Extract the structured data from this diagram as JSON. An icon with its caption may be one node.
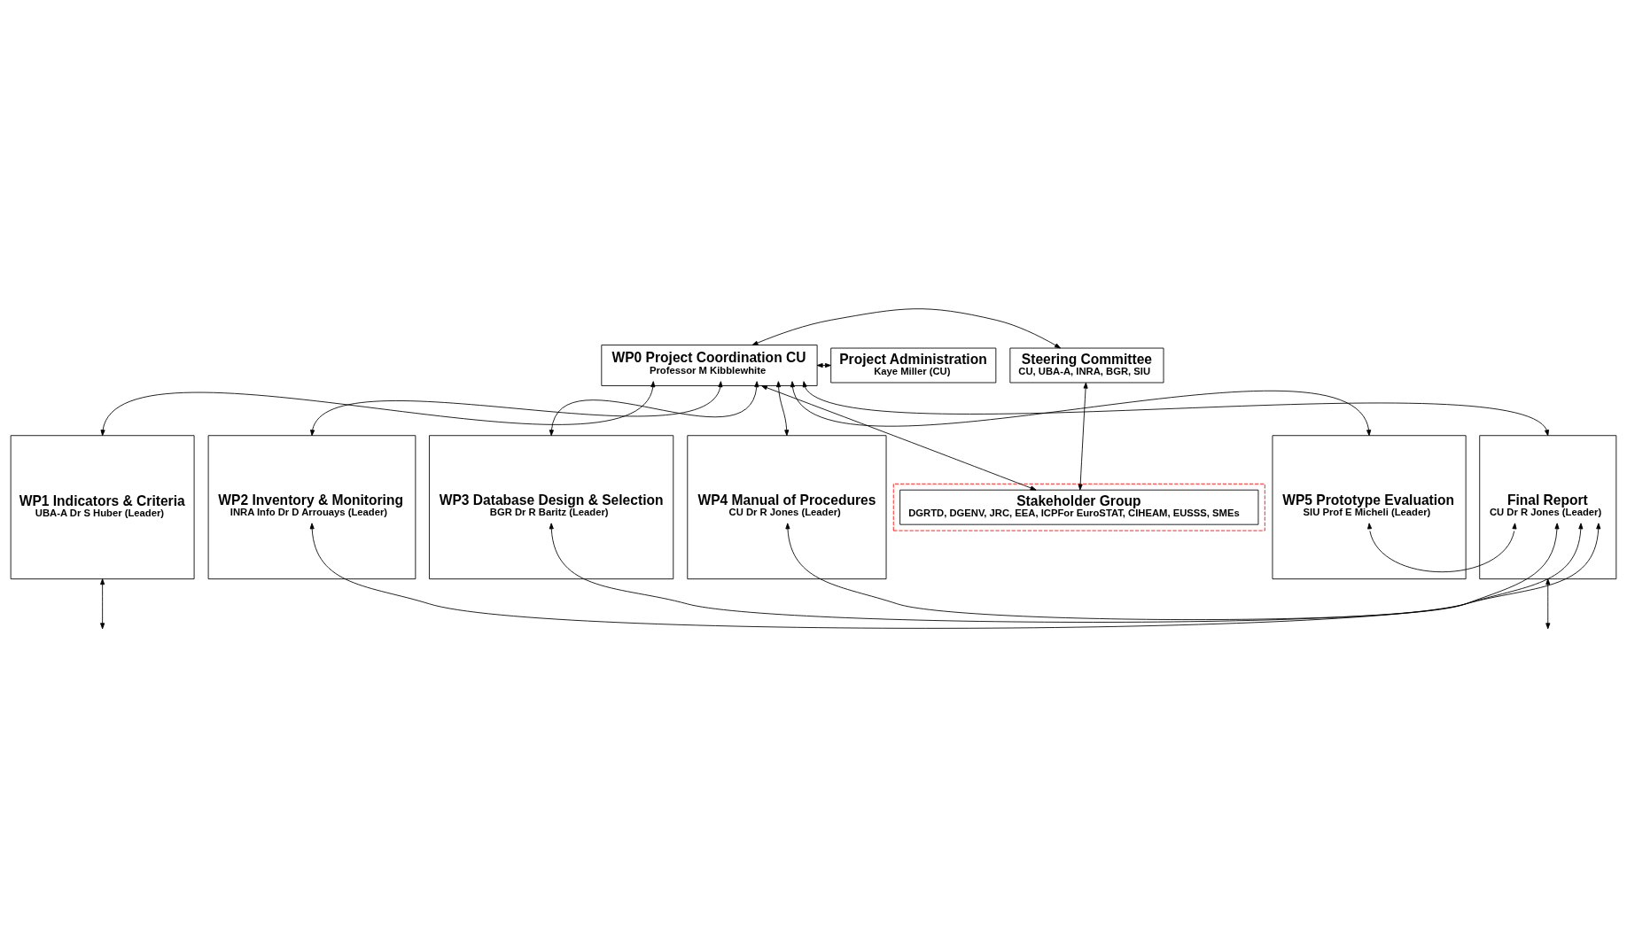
{
  "diagram": {
    "nodes": [
      {
        "text": [
          "WP0 Project Coordination CU",
          "Professor M Kibblewhite"
        ]
      },
      {
        "text": [
          "Project Administration",
          "Kaye Miller (CU)"
        ]
      },
      {
        "text": [],
        "shape": "box"
      },
      {
        "text": [
          "Stakeholder Group",
          "DGRTD, DGENV, JRC, EEA, ICPFor EuroSTAT, CIHEAM, EUSSS, SMEs"
        ],
        "in": 2
      },
      {
        "text": [
          "Steering Committee",
          "CU, UBA-A, INRA, BGR, SIU"
        ]
      },
      {
        "text": [
          "WP1 Indicators & Criteria",
          "UBA-A Dr S Huber (Leader)"
        ]
      },
      {
        "text": [
          "WP2 Inventory & Monitoring",
          "INRA Info Dr D Arrouays (Leader)"
        ]
      },
      {
        "text": [
          "WP3 Database Design & Selection",
          "BGR Dr R Baritz (Leader)"
        ]
      },
      {
        "text": [
          "WP4 Manual of Procedures",
          "CU Dr R Jones (Leader)"
        ]
      },
      {
        "text": [
          "WP5 Prototype Evaluation",
          "SIU Prof E Micheli (Leader)"
        ]
      },
      {
        "text": [
          "Final Report",
          "CU Dr R Jones (Leader)"
        ]
      }
    ],
    "edges": [
      {
        "from": 0,
        "to": 1,
        "arrow": "both"
      },
      {
        "from": 0,
        "to": 3,
        "arrow": "both"
      },
      {
        "from": 0,
        "to": 4,
        "arrow": "both"
      },
      {
        "from": 3,
        "to": 4,
        "arrow": "both"
      },
      {
        "from": 0,
        "to": 5,
        "arrow": "both"
      },
      {
        "from": 0,
        "to": 6,
        "arrow": "both"
      },
      {
        "from": 0,
        "to": 7,
        "arrow": "both"
      },
      {
        "from": 0,
        "to": 8,
        "arrow": "both"
      },
      {
        "from": 0,
        "to": 9,
        "arrow": "both"
      },
      {
        "from": 0,
        "to": 10,
        "arrow": "both"
      },
      {
        "from": 9,
        "to": 10,
        "arrow": "both"
      },
      {
        "from": 8,
        "to": 10,
        "arrow": "both"
      },
      {
        "from": 7,
        "to": 10,
        "arrow": "both"
      },
      {
        "from": 6,
        "to": 10,
        "arrow": "both"
      },
      {
        "from": 5,
        "to": null,
        "arrow": "both"
      },
      {
        "from": 10,
        "to": null,
        "arrow": "both"
      }
    ]
  }
}
